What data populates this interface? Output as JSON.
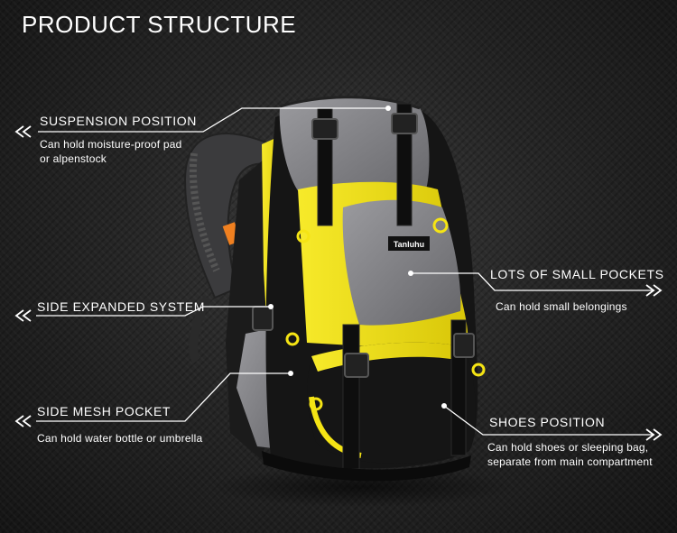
{
  "title": "PRODUCT STRUCTURE",
  "callouts": {
    "suspension": {
      "label": "SUSPENSION POSITION",
      "desc": "Can hold moisture-proof pad\nor alpenstock"
    },
    "side_expanded": {
      "label": "SIDE EXPANDED SYSTEM",
      "desc": ""
    },
    "side_mesh": {
      "label": "SIDE MESH POCKET",
      "desc": "Can hold water bottle or umbrella"
    },
    "small_pockets": {
      "label": "LOTS OF SMALL POCKETS",
      "desc": "Can hold small belongings"
    },
    "shoes": {
      "label": "SHOES POSITION",
      "desc": "Can hold shoes or sleeping bag,\nseparate from main compartment"
    }
  },
  "brand": "Tanluhu",
  "colors": {
    "accent": "#f5e414",
    "bag_gray": "#7d7d80",
    "bag_black": "#141414"
  }
}
